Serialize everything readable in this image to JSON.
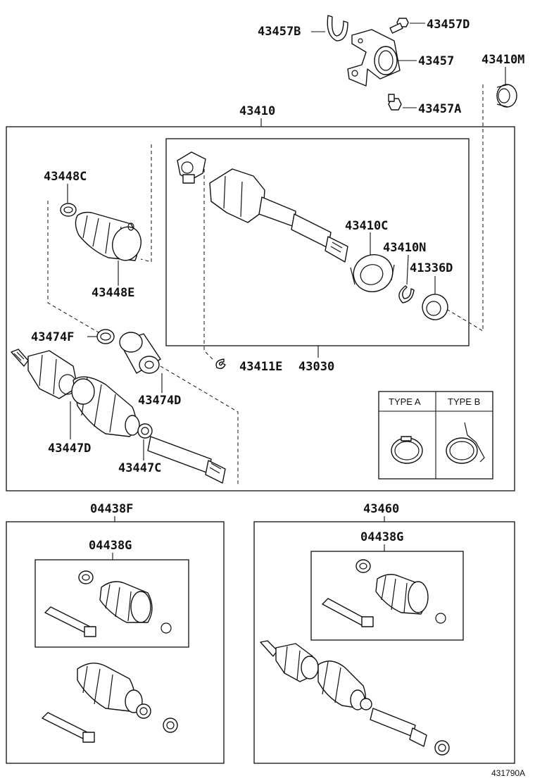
{
  "labels": {
    "p43457B": "43457B",
    "p43457D": "43457D",
    "p43457": "43457",
    "p43457A": "43457A",
    "p43410M": "43410M",
    "p43410": "43410",
    "p43448C": "43448C",
    "p43448E": "43448E",
    "p43410C": "43410C",
    "p43410N": "43410N",
    "p41336D": "41336D",
    "p43474F": "43474F",
    "p43411E": "43411E",
    "p43030": "43030",
    "p43474D": "43474D",
    "p43447D": "43447D",
    "p43447C": "43447C",
    "p04438F": "04438F",
    "p04438G_left": "04438G",
    "p43460": "43460",
    "p04438G_right": "04438G"
  },
  "type_table": {
    "type_a": "TYPE A",
    "type_b": "TYPE B"
  },
  "figure_id": "431790A"
}
